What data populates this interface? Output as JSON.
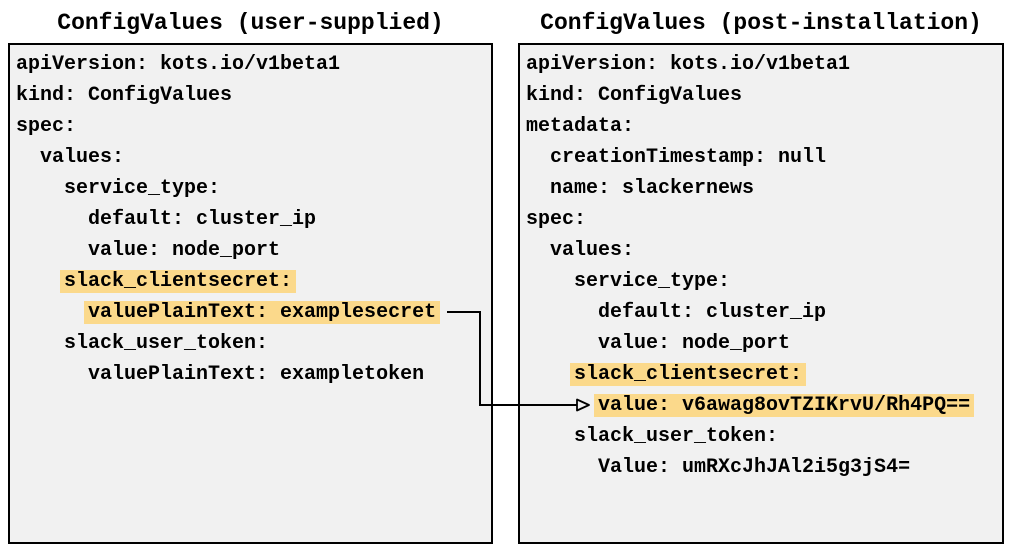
{
  "theme": {
    "panel_bg": "#f1f1f1",
    "panel_border": "#000000",
    "highlight": "#FBD98B",
    "text_color": "#000000",
    "arrow_color": "#000000"
  },
  "panels": [
    {
      "title": "ConfigValues (user-supplied)",
      "lines": [
        {
          "indent": 0,
          "text": "apiVersion: kots.io/v1beta1",
          "highlight": false
        },
        {
          "indent": 0,
          "text": "kind: ConfigValues",
          "highlight": false
        },
        {
          "indent": 0,
          "text": "spec:",
          "highlight": false
        },
        {
          "indent": 2,
          "text": "values:",
          "highlight": false
        },
        {
          "indent": 4,
          "text": "service_type:",
          "highlight": false
        },
        {
          "indent": 6,
          "text": "default: cluster_ip",
          "highlight": false
        },
        {
          "indent": 6,
          "text": "value: node_port",
          "highlight": false
        },
        {
          "indent": 4,
          "text": "slack_clientsecret:",
          "highlight": true
        },
        {
          "indent": 6,
          "text": "valuePlainText: examplesecret",
          "highlight": true
        },
        {
          "indent": 4,
          "text": "slack_user_token:",
          "highlight": false
        },
        {
          "indent": 6,
          "text": "valuePlainText: exampletoken",
          "highlight": false
        }
      ]
    },
    {
      "title": "ConfigValues (post-installation)",
      "lines": [
        {
          "indent": 0,
          "text": "apiVersion: kots.io/v1beta1",
          "highlight": false
        },
        {
          "indent": 0,
          "text": "kind: ConfigValues",
          "highlight": false
        },
        {
          "indent": 0,
          "text": "metadata:",
          "highlight": false
        },
        {
          "indent": 2,
          "text": "creationTimestamp: null",
          "highlight": false
        },
        {
          "indent": 2,
          "text": "name: slackernews",
          "highlight": false
        },
        {
          "indent": 0,
          "text": "spec:",
          "highlight": false
        },
        {
          "indent": 2,
          "text": "values:",
          "highlight": false
        },
        {
          "indent": 4,
          "text": "service_type:",
          "highlight": false
        },
        {
          "indent": 6,
          "text": "default: cluster_ip",
          "highlight": false
        },
        {
          "indent": 6,
          "text": "value: node_port",
          "highlight": false
        },
        {
          "indent": 4,
          "text": "slack_clientsecret:",
          "highlight": true
        },
        {
          "indent": 6,
          "text": "value: v6awag8ovTZIKrvU/Rh4PQ==",
          "highlight": true
        },
        {
          "indent": 4,
          "text": "slack_user_token:",
          "highlight": false
        },
        {
          "indent": 6,
          "text": "Value: umRXcJhJAl2i5g3jS4=",
          "highlight": false
        }
      ]
    }
  ],
  "arrow": {
    "from": "valuePlainText: examplesecret",
    "to": "value: v6awag8ovTZIKrvU/Rh4PQ=="
  }
}
